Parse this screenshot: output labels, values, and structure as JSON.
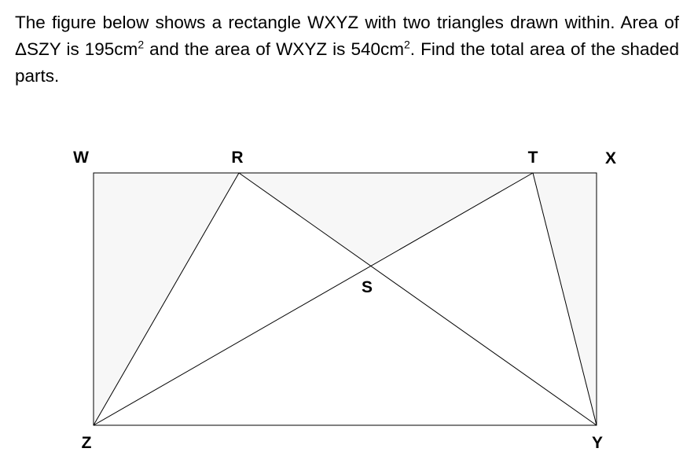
{
  "problem": {
    "text_before_sup1": "The figure below shows a rectangle WXYZ with two triangles drawn within. Area of ΔSZY is 195cm",
    "sup1": "2",
    "text_between": " and the area of WXYZ is 540cm",
    "sup2": "2",
    "text_after": ". Find the total area of the shaded parts."
  },
  "figure": {
    "labels": {
      "W": "W",
      "R": "R",
      "T": "T",
      "X": "X",
      "S": "S",
      "Z": "Z",
      "Y": "Y"
    },
    "colors": {
      "shade": "#f7f7f7",
      "line": "#000000",
      "background": "#ffffff"
    }
  }
}
